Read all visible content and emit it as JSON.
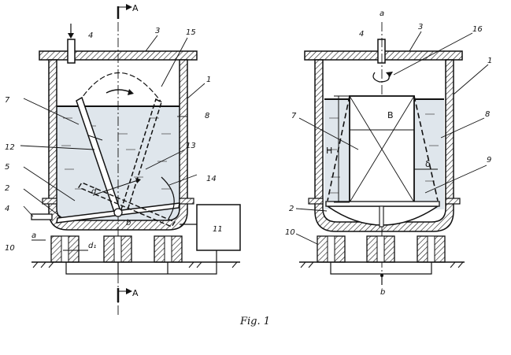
{
  "colors": {
    "ink": "#111111",
    "liquid": "#dfe6ec",
    "pad": "#9a9a9a",
    "bg": "#ffffff"
  },
  "section_letter": "A",
  "left_labels": {
    "n4_top": "4",
    "n3": "3",
    "n15": "15",
    "n1": "1",
    "n7": "7",
    "n8": "8",
    "n12": "12",
    "n13": "13",
    "n5": "5",
    "n14": "14",
    "n2": "2",
    "n4_side": "4",
    "n11": "11",
    "n10": "10",
    "d": "d",
    "b": "b",
    "a": "a",
    "d1": "d₁"
  },
  "right_labels": {
    "a_top": "a",
    "n4": "4",
    "n3": "3",
    "n16": "16",
    "n1": "1",
    "n7": "7",
    "n8": "8",
    "n9": "9",
    "n2": "2",
    "n10": "10",
    "B": "B",
    "H": "H",
    "delta": "δ",
    "b_bottom": "b"
  },
  "caption": "Fig. 1"
}
